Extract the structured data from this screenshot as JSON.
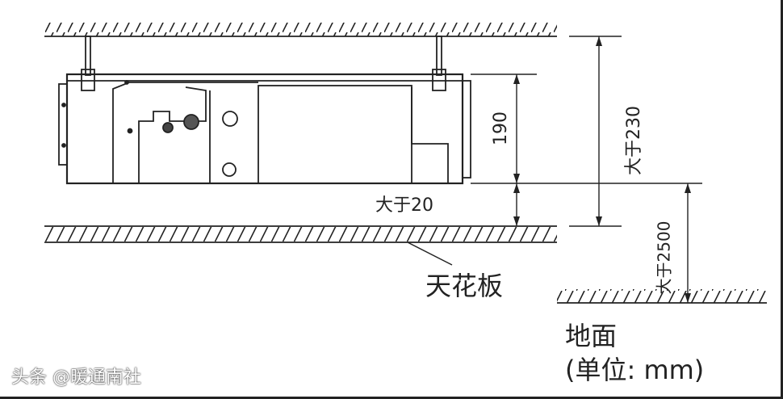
{
  "labels": {
    "dim_unit_height": "190",
    "dim_ceiling_to_slab": "大于230",
    "dim_unit_to_false_ceiling": "大于20",
    "dim_floor_clearance": "大于2500",
    "false_ceiling": "天花板",
    "floor": "地面",
    "unit": "(单位: mm)"
  },
  "watermark": "头条 @暖通南社",
  "colors": {
    "line": "#222222",
    "background": "#ffffff"
  }
}
